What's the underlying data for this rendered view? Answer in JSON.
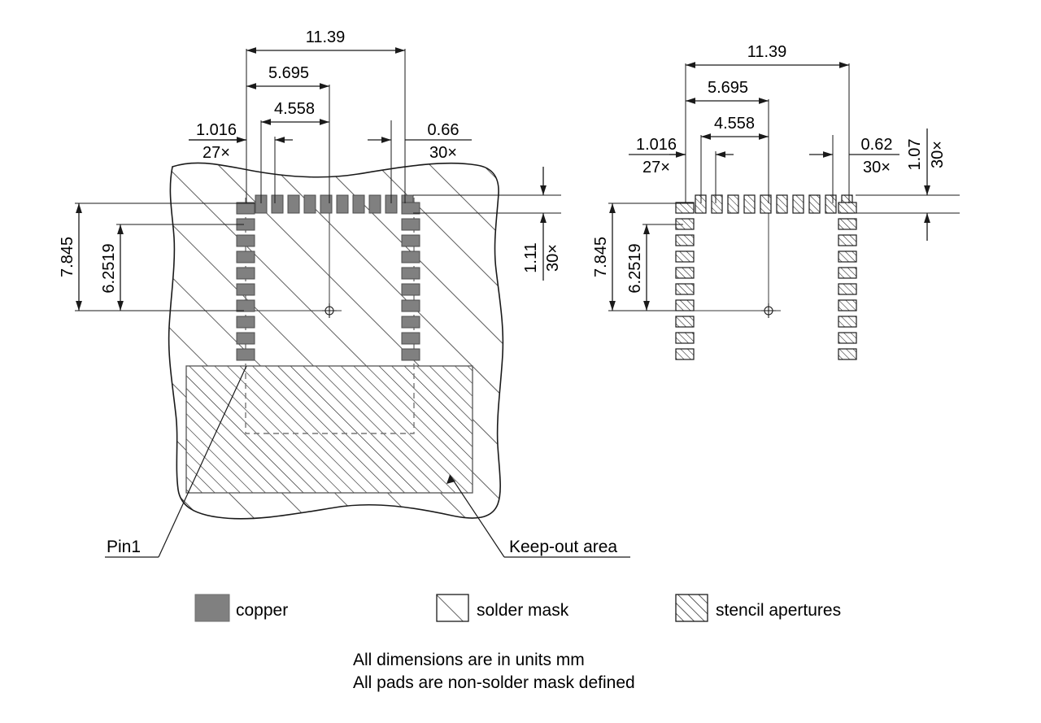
{
  "drawing": {
    "title": "PCB land pattern and stencil aperture drawing",
    "colors": {
      "copper": "#808080",
      "copper_stroke": "#4d4d4d",
      "line": "#1a1a1a",
      "hatch": "#1a1a1a",
      "background": "#ffffff"
    }
  },
  "left_view": {
    "name": "copper-and-solder-mask-view",
    "dimensions": {
      "overall_width": "11.39",
      "half_width": "5.695",
      "inner_width": "4.558",
      "pad_width_label": "1.016",
      "pad_width_count": "27×",
      "pad_pitch_label": "0.66",
      "pad_pitch_count": "30×",
      "overall_height": "7.845",
      "inner_height": "6.2519",
      "pad_height_label": "1.11",
      "pad_height_count": "30×"
    },
    "callouts": {
      "pin1": "Pin1",
      "keepout": "Keep-out area"
    },
    "pad_counts": {
      "top_row": 10,
      "left_column": 11,
      "right_column": 11
    }
  },
  "right_view": {
    "name": "stencil-aperture-view",
    "dimensions": {
      "overall_width": "11.39",
      "half_width": "5.695",
      "inner_width": "4.558",
      "pad_width_label": "1.016",
      "pad_width_count": "27×",
      "pad_pitch_label": "0.62",
      "pad_pitch_count": "30×",
      "overall_height": "7.845",
      "inner_height": "6.2519",
      "pad_height_label": "1.07",
      "pad_height_count": "30×"
    },
    "pad_counts": {
      "top_row": 10,
      "left_column": 11,
      "right_column": 11
    }
  },
  "legend": {
    "items": [
      {
        "key": "copper",
        "label": "copper",
        "swatch": "solid-gray"
      },
      {
        "key": "solder-mask",
        "label": "solder mask",
        "swatch": "sparse-hatch"
      },
      {
        "key": "stencil-apertures",
        "label": "stencil apertures",
        "swatch": "dense-hatch"
      }
    ]
  },
  "notes": {
    "line1": "All dimensions are in units mm",
    "line2": "All pads are non-solder mask defined"
  }
}
